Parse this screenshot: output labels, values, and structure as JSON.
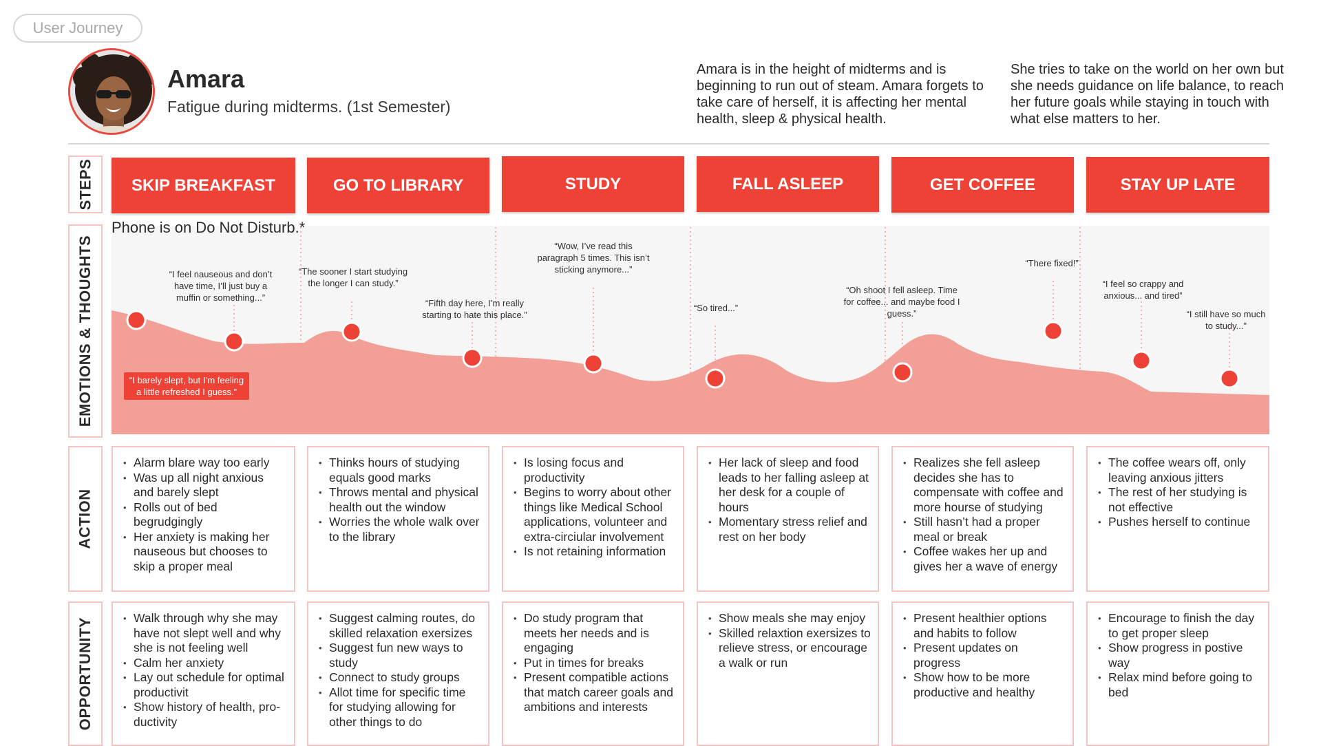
{
  "tag": "User Journey",
  "persona": {
    "name": "Amara",
    "subtitle": "Fatigue during midterms. (1st Semester)",
    "intro_1": "Amara is in the height of midterms and is beginning to run out of steam. Amara forgets to take care of herself, it is affecting her mental health, sleep & physical health.",
    "intro_2": "She tries to take on the world on her own but she needs guidance on life balance, to reach her future goals while staying in touch with what else matters to her."
  },
  "row_labels": {
    "steps": "STEPS",
    "emotions": "EMOTIONS & THOUGHTS",
    "action": "ACTION",
    "opportunity": "OPPORTUNITY"
  },
  "steps": [
    "SKIP BREAKFAST",
    "GO TO LIBRARY",
    "STUDY",
    "FALL ASLEEP",
    "GET COFFEE",
    "STAY UP LATE"
  ],
  "emotion_note": "Phone is on Do Not Disturb.*",
  "colors": {
    "accent": "#ee4237",
    "curve_fill": "#f2a097",
    "panel_bg": "#f6f6f6",
    "card_border": "#f5c6c1"
  },
  "chart_data": {
    "type": "area",
    "quotes": [
      "“I barely slept, but I’m feeling a little refreshed I guess.”",
      "“I feel nauseous and don’t have time, I’ll just buy a muffin or something...”",
      "“The sooner I start studying the longer I can study.”",
      "“Fifth day here, I’m really starting to hate this place.”",
      "“Wow, I’ve read this paragraph 5 times. This isn’t sticking anymore...”",
      "“So tired...”",
      "“Oh shoot I fell asleep. Time for coffee... and maybe food I guess.”",
      "“There fixed!”",
      "“I feel so crappy and anxious... and tired”",
      "“I still have so much to study...”"
    ]
  },
  "actions": [
    [
      "Alarm blare way too early",
      "Was up all night anxious and barely slept",
      "Rolls out of bed begrudgingly",
      "Her anxiety is making her nauseous but chooses to skip a proper meal"
    ],
    [
      "Thinks hours of studying equals good marks",
      "Throws mental and physical health out the window",
      "Worries the whole walk over to the library"
    ],
    [
      "Is losing focus and productivity",
      "Begins to worry about other things like Medical School applications, volunteer and extra-circiular involvement",
      "Is not retaining information"
    ],
    [
      "Her lack of sleep and food leads to her falling asleep at her desk for a couple of hours",
      "Momentary stress relief and rest on her body"
    ],
    [
      "Realizes she fell asleep decides she has to compensate with coffee and more hourse of studying",
      "Still hasn’t had a proper meal or break",
      "Coffee wakes her up and gives her a wave of energy"
    ],
    [
      "The coffee wears off, only leaving anxious jitters",
      "The rest of her studying is not effective",
      "Pushes herself to continue"
    ]
  ],
  "opportunities": [
    [
      "Walk through why she may have not slept well and why she is not feeling well",
      "Calm her anxiety",
      "Lay out schedule for optimal productivit",
      "Show history of health, pro-ductivity"
    ],
    [
      "Suggest calming routes, do skilled relaxation exersizes",
      "Suggest fun new ways to study",
      "Connect to study groups",
      "Allot time for specific time for studying allowing for other things to do"
    ],
    [
      "Do study program that meets her needs and is engaging",
      "Put in times for breaks",
      "Present compatible actions that match career goals and ambitions and interests"
    ],
    [
      "Show meals she may enjoy",
      "Skilled relaxtion exersizes to relieve stress, or encourage a walk or run"
    ],
    [
      "Present healthier options and habits to follow",
      "Present updates on progress",
      "Show how to be more productive and healthy"
    ],
    [
      "Encourage to finish the day to get proper sleep",
      "Show progress in postive way",
      "Relax mind before going to bed"
    ]
  ]
}
